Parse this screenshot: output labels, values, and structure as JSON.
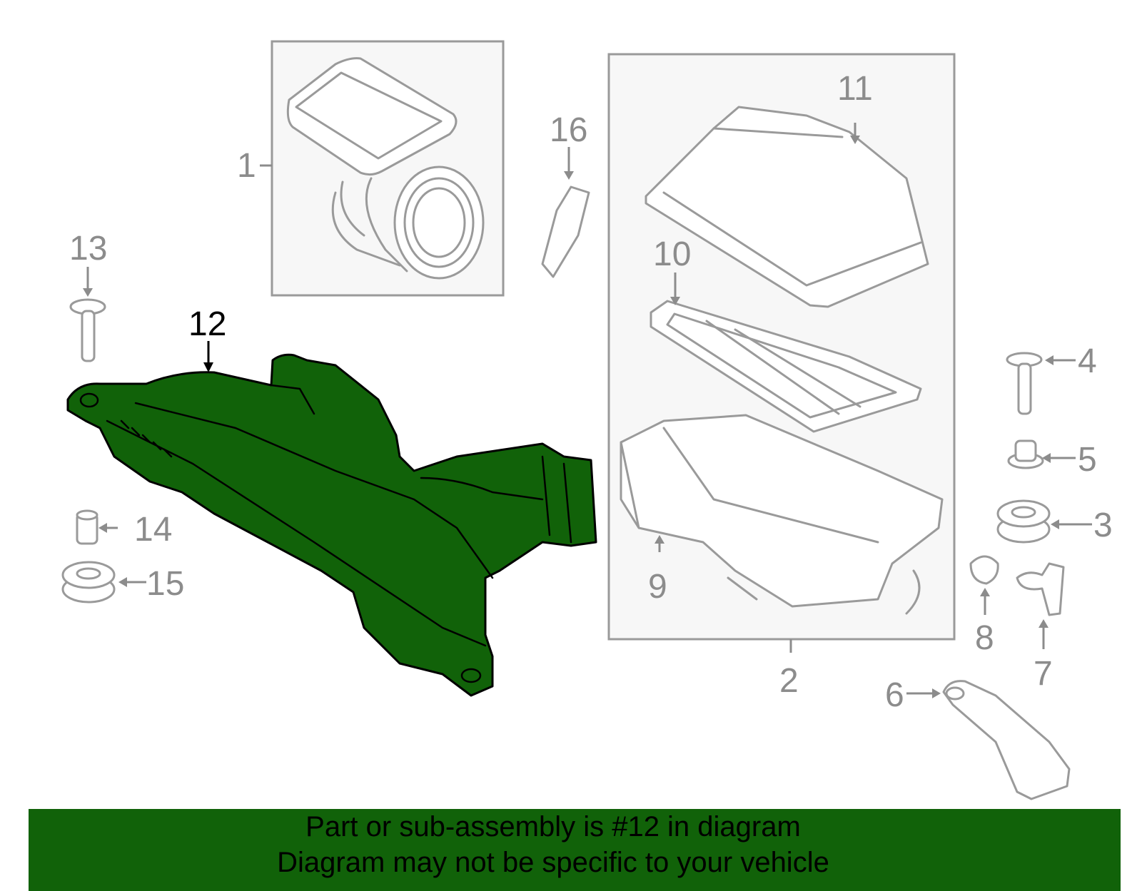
{
  "callouts": {
    "c1": "1",
    "c2": "2",
    "c3": "3",
    "c4": "4",
    "c5": "5",
    "c6": "6",
    "c7": "7",
    "c8": "8",
    "c9": "9",
    "c10": "10",
    "c11": "11",
    "c12": "12",
    "c13": "13",
    "c14": "14",
    "c15": "15",
    "c16": "16"
  },
  "highlight_color": "#116209",
  "footer": {
    "line1": "Part or sub-assembly is #12 in diagram",
    "line2": "Diagram may not be specific to your vehicle"
  }
}
